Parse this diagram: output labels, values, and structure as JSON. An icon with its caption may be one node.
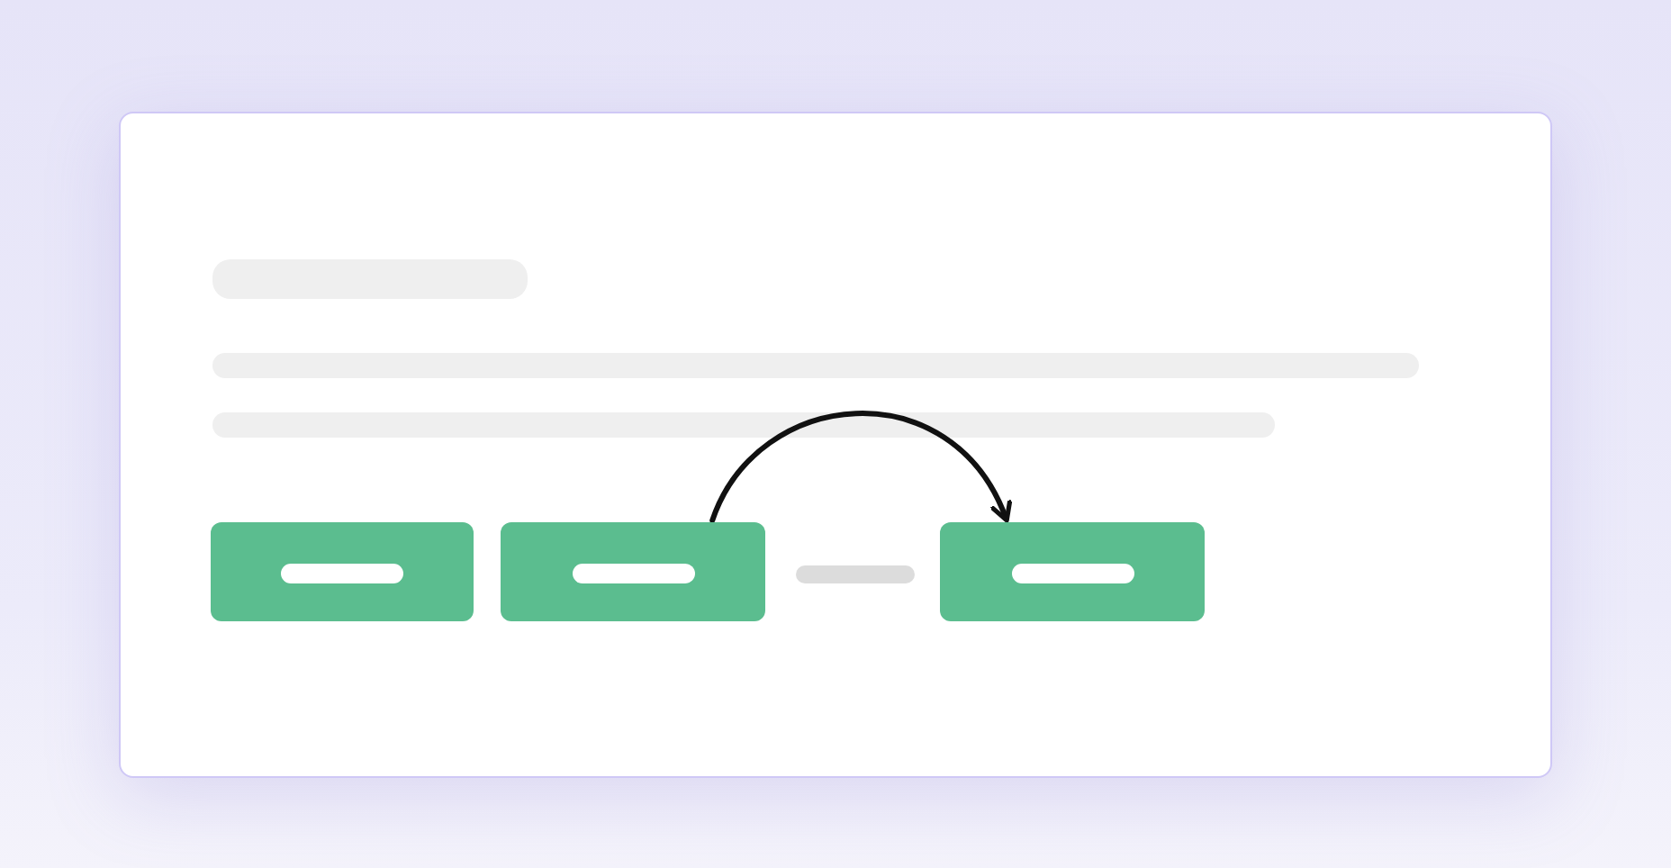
{
  "diagram": {
    "nodes": [
      {
        "text": [],
        "shape": "box"
      },
      {
        "text": [],
        "shape": "box"
      },
      {
        "text": [],
        "shape": "box"
      }
    ],
    "edges": [
      {
        "from": 1,
        "to": 2,
        "arrow": "to"
      }
    ]
  }
}
